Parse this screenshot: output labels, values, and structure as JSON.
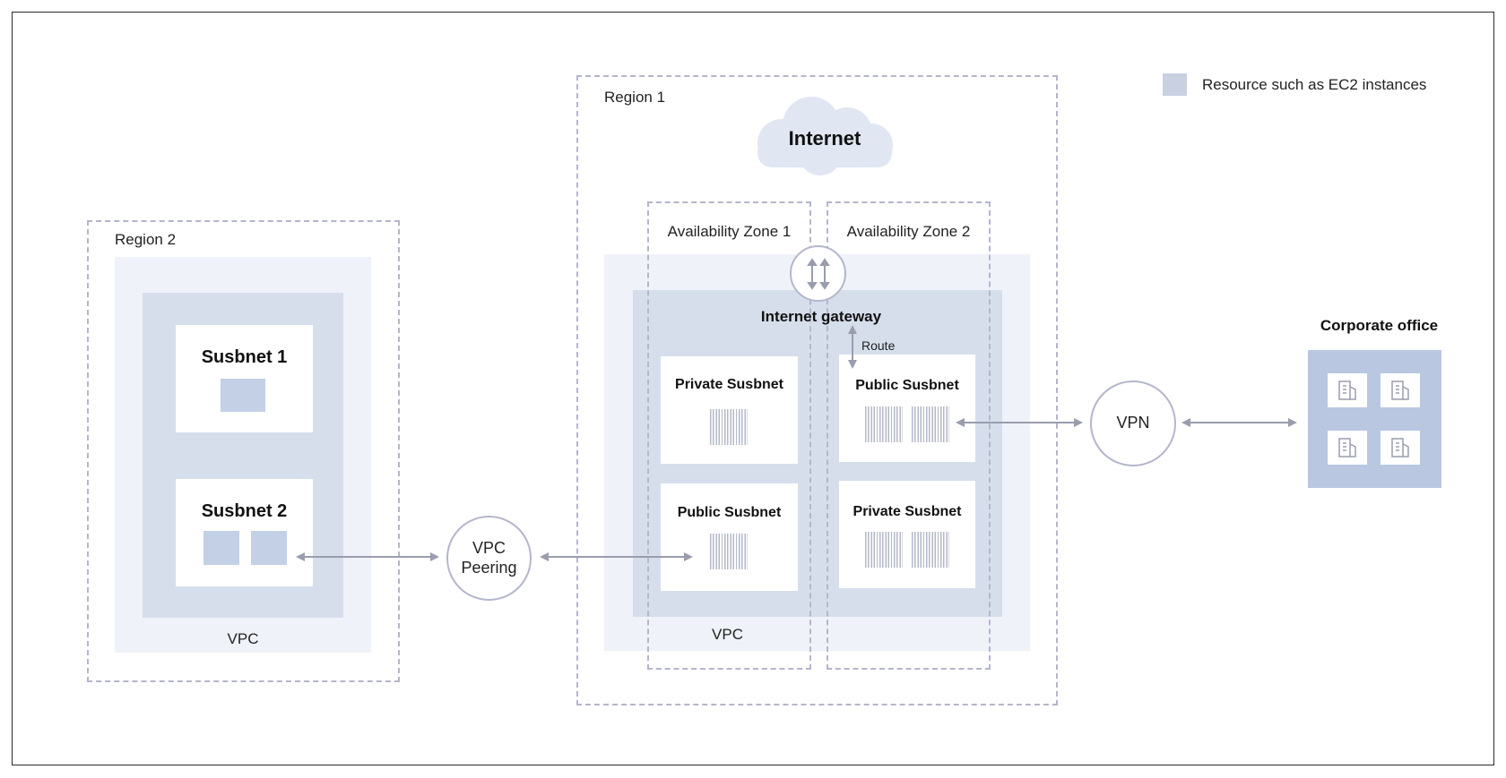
{
  "legend": {
    "label": "Resource such as EC2 instances"
  },
  "region2": {
    "label": "Region 2",
    "vpc_label": "VPC",
    "subnet1": "Susbnet 1",
    "subnet2": "Susbnet 2"
  },
  "region1": {
    "label": "Region 1",
    "internet": "Internet",
    "az1": "Availability Zone 1",
    "az2": "Availability Zone 2",
    "gateway": "Internet gateway",
    "route": "Route",
    "vpc_label": "VPC",
    "az1_top_subnet": "Private Susbnet",
    "az1_bottom_subnet": "Public Susbnet",
    "az2_top_subnet": "Public Susbnet",
    "az2_bottom_subnet": "Private Susbnet"
  },
  "vpc_peering": "VPC\nPeering",
  "vpn": "VPN",
  "corporate_office": {
    "label": "Corporate office"
  },
  "colors": {
    "dash": "#b4b6cc",
    "vpc_outer": "#eff2f8",
    "vpc_inner": "#d6deec",
    "resource": "#c3d0e6",
    "arrow": "#9a9dae",
    "office": "#b9c7e1"
  }
}
